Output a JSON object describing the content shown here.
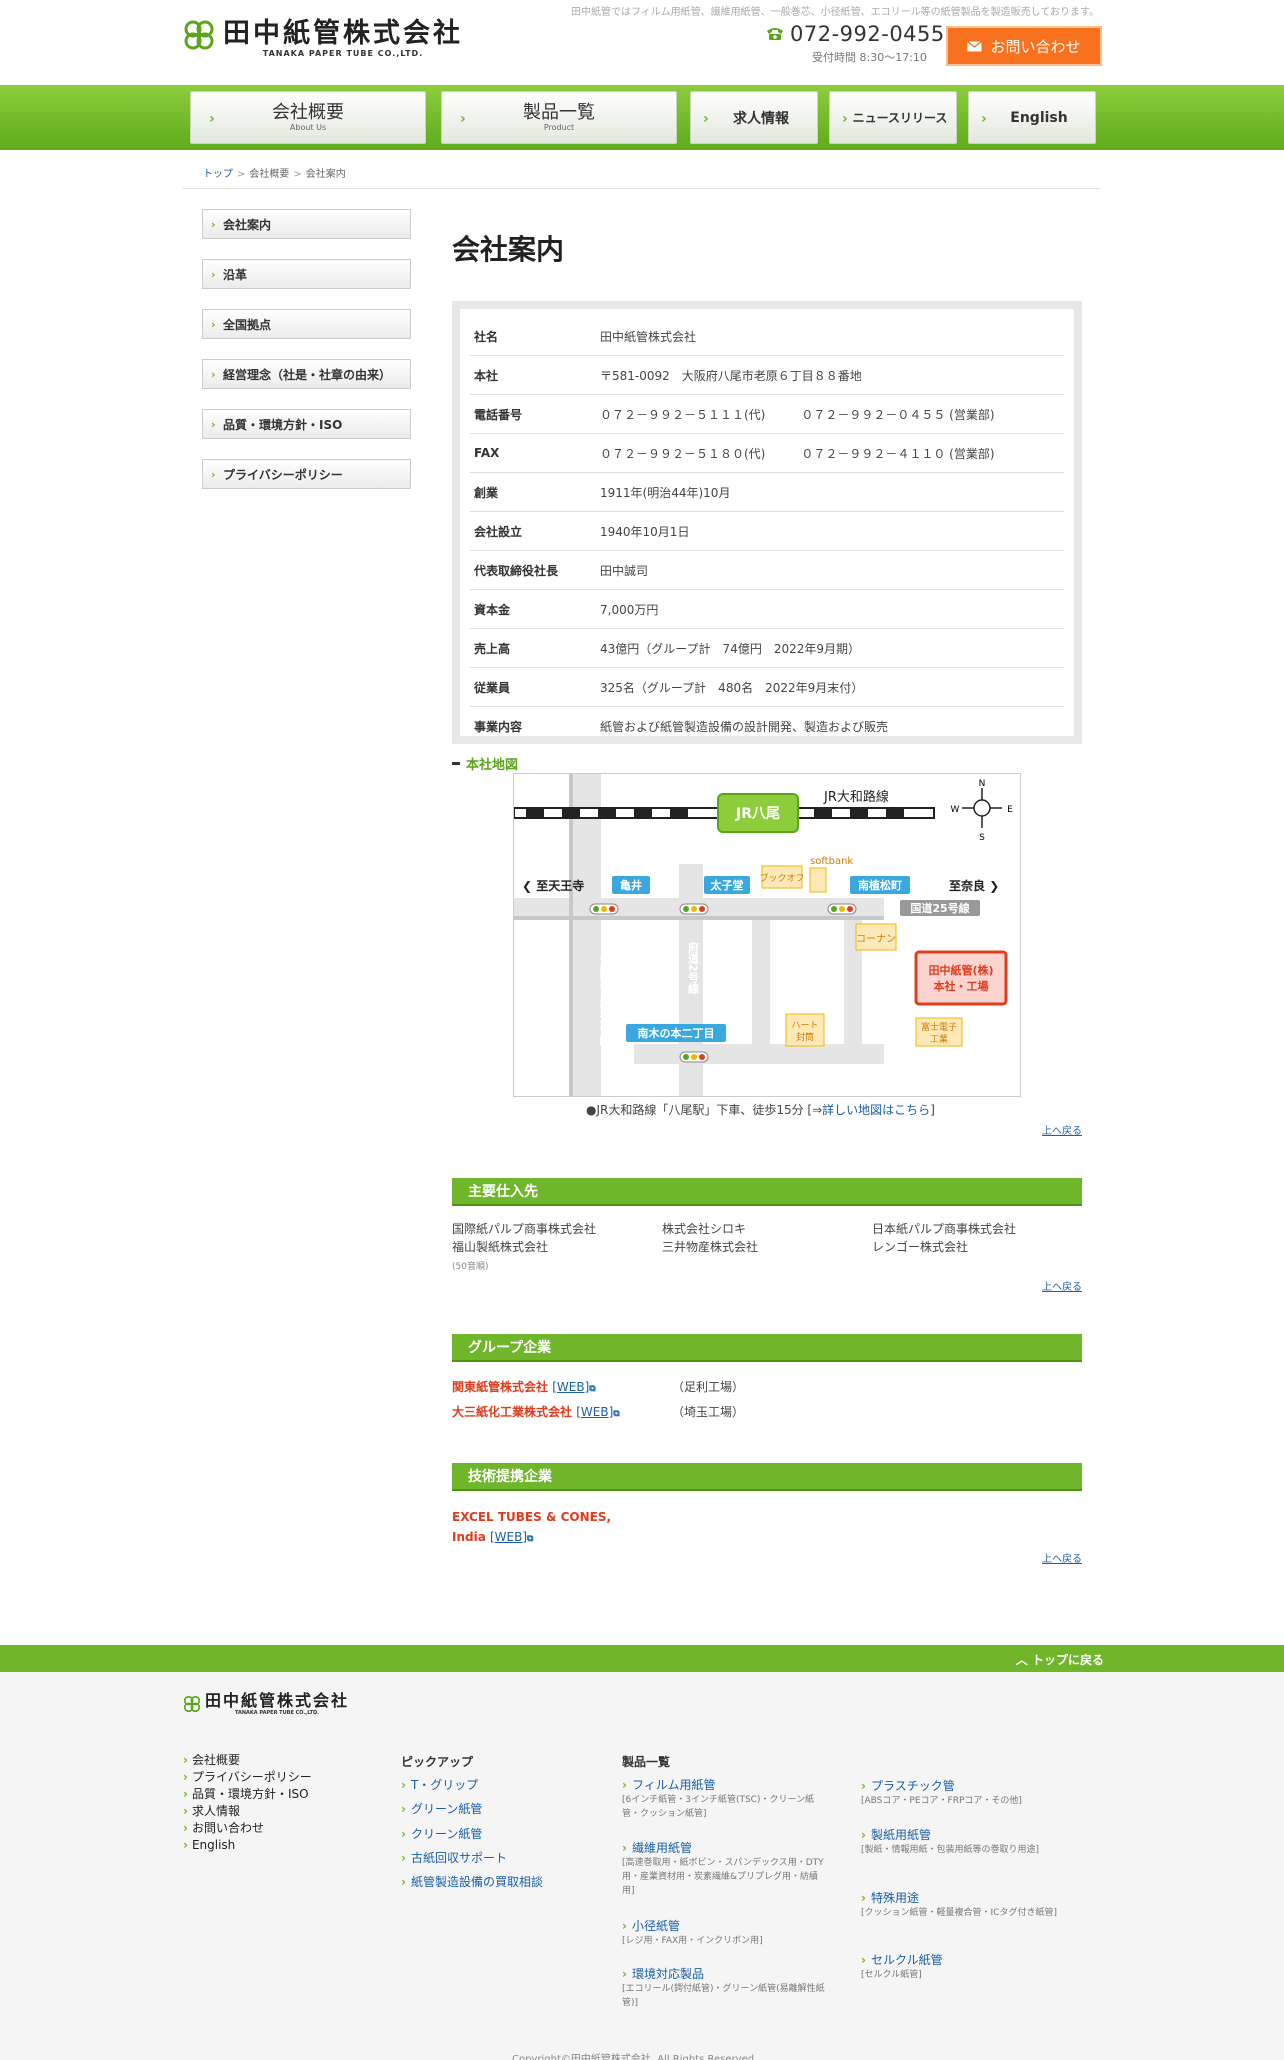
{
  "header": {
    "tagline": "田中紙管ではフィルム用紙管、繊維用紙管、一般巻芯、小径紙管、エコリール等の紙管製品を製造販売しております。",
    "logo_name": "田中紙管株式会社",
    "logo_sub": "TANAKA PAPER TUBE CO.,LTD.",
    "phone": "072-992-0455",
    "hours": "受付時間 8:30〜17:10",
    "contact": "お問い合わせ"
  },
  "nav": [
    {
      "label": "会社概要",
      "en": "About Us"
    },
    {
      "label": "製品一覧",
      "en": "Product"
    },
    {
      "label": "求人情報"
    },
    {
      "label": "ニュースリリース"
    },
    {
      "label": "English"
    }
  ],
  "breadcrumb": [
    "トップ",
    "会社概要",
    "会社案内"
  ],
  "sidebar": [
    "会社案内",
    "沿革",
    "全国拠点",
    "経営理念（社是・社章の由来）",
    "品質・環境方針・ISO",
    "プライバシーポリシー"
  ],
  "page_title": "会社案内",
  "info": [
    {
      "label": "社名",
      "value": "田中紙管株式会社"
    },
    {
      "label": "本社",
      "value": "〒581-0092　大阪府八尾市老原６丁目８８番地"
    },
    {
      "label": "電話番号",
      "value": "０７２－９９２－５１１１(代)　　　０７２－９９２－０４５５ (営業部)"
    },
    {
      "label": "FAX",
      "value": "０７２－９９２－５１８０(代)　　　０７２－９９２－４１１０ (営業部)"
    },
    {
      "label": "創業",
      "value": "1911年(明治44年)10月"
    },
    {
      "label": "会社設立",
      "value": "1940年10月1日"
    },
    {
      "label": "代表取締役社長",
      "value": "田中誠司"
    },
    {
      "label": "資本金",
      "value": "7,000万円"
    },
    {
      "label": "売上高",
      "value": "43億円（グループ計　74億円　2022年9月期）"
    },
    {
      "label": "従業員",
      "value": "325名（グループ計　480名　2022年9月末付）"
    },
    {
      "label": "事業内容",
      "value": "紙管および紙管製造設備の設計開発、製造および販売"
    }
  ],
  "map": {
    "title": "本社地図",
    "jr_station": "JR八尾",
    "jr_line": "JR大和路線",
    "to_west": "至天王寺",
    "to_east": "至奈良",
    "kamei": "亀井",
    "taishido": "太子堂",
    "bookoff": "ブックオフ",
    "softbank": "softbank",
    "minamitoyomatsu": "南植松町",
    "route25": "国道25号線",
    "kohnan": "コーナン",
    "osaka_loop": "大阪中央環状線",
    "prefroad2": "府道2号線",
    "hqlabel1": "田中紙管(株)",
    "hqlabel2": "本社・工場",
    "minamikinomoto": "南木の本二丁目",
    "heart1": "ハート",
    "heart2": "封筒",
    "fuji1": "富士電子",
    "fuji2": "工業",
    "compass_n": "N",
    "compass_s": "S",
    "compass_e": "E",
    "compass_w": "W",
    "caption": "●JR大和路線「八尾駅」下車、徒歩15分 [⇒",
    "caption_link": "詳しい地図はこちら",
    "caption_end": "]"
  },
  "pagetop": "上へ戻る",
  "suppliers": {
    "title": "主要仕入先",
    "col1": [
      "国際紙パルプ商事株式会社",
      "福山製紙株式会社"
    ],
    "col2": [
      "株式会社シロキ",
      "三井物産株式会社"
    ],
    "col3": [
      "日本紙パルプ商事株式会社",
      "レンゴー株式会社"
    ],
    "note": "(50音順)"
  },
  "group": {
    "title": "グループ企業",
    "items": [
      {
        "name": "関東紙管株式会社",
        "web": "[WEB]",
        "loc": "（足利工場）"
      },
      {
        "name": "大三紙化工業株式会社",
        "web": "[WEB]",
        "loc": "（埼玉工場）"
      }
    ]
  },
  "tech": {
    "title": "技術提携企業",
    "line1": "EXCEL TUBES & CONES,",
    "line2": "India",
    "web": "[WEB]"
  },
  "footer": {
    "to_top": "トップに戻る",
    "logo_name": "田中紙管株式会社",
    "logo_sub": "TANAKA PAPER TUBE CO.,LTD.",
    "col1": [
      "会社概要",
      "プライバシーポリシー",
      "品質・環境方針・ISO",
      "求人情報",
      "お問い合わせ",
      "English"
    ],
    "pickup_title": "ピックアップ",
    "pickup": [
      "T・グリップ",
      "グリーン紙管",
      "クリーン紙管",
      "古紙回収サポート",
      "紙管製造設備の買取相談"
    ],
    "products_title": "製品一覧",
    "products_a": [
      {
        "name": "フィルム用紙管",
        "desc": "[6インチ紙管・3インチ紙管(TSC)・クリーン紙管・クッション紙管]"
      },
      {
        "name": "繊維用紙管",
        "desc": "[高速巻取用・紙ボビン・スパンデックス用・DTY用・産業資材用・炭素繊維&プリプレグ用・紡績用]"
      },
      {
        "name": "小径紙管",
        "desc": "[レジ用・FAX用・インクリボン用]"
      },
      {
        "name": "環境対応製品",
        "desc": "[エコリール(鍔付紙管)・グリーン紙管(易離解性紙管)]"
      }
    ],
    "products_b": [
      {
        "name": "プラスチック管",
        "desc": "[ABSコア・PEコア・FRPコア・その他]"
      },
      {
        "name": "製紙用紙管",
        "desc": "[製紙・情報用紙・包装用紙等の巻取り用途]"
      },
      {
        "name": "特殊用途",
        "desc": "[クッション紙管・軽量複合管・ICタグ付き紙管]"
      },
      {
        "name": "セルクル紙管",
        "desc": "[セルクル紙管]"
      }
    ],
    "copyright": "Copyright©田中紙管株式会社. All Rights Reserved."
  },
  "colors": {
    "brand_green": "#6fb62a",
    "accent_orange": "#f7711f",
    "group_red": "#e03c1e"
  }
}
